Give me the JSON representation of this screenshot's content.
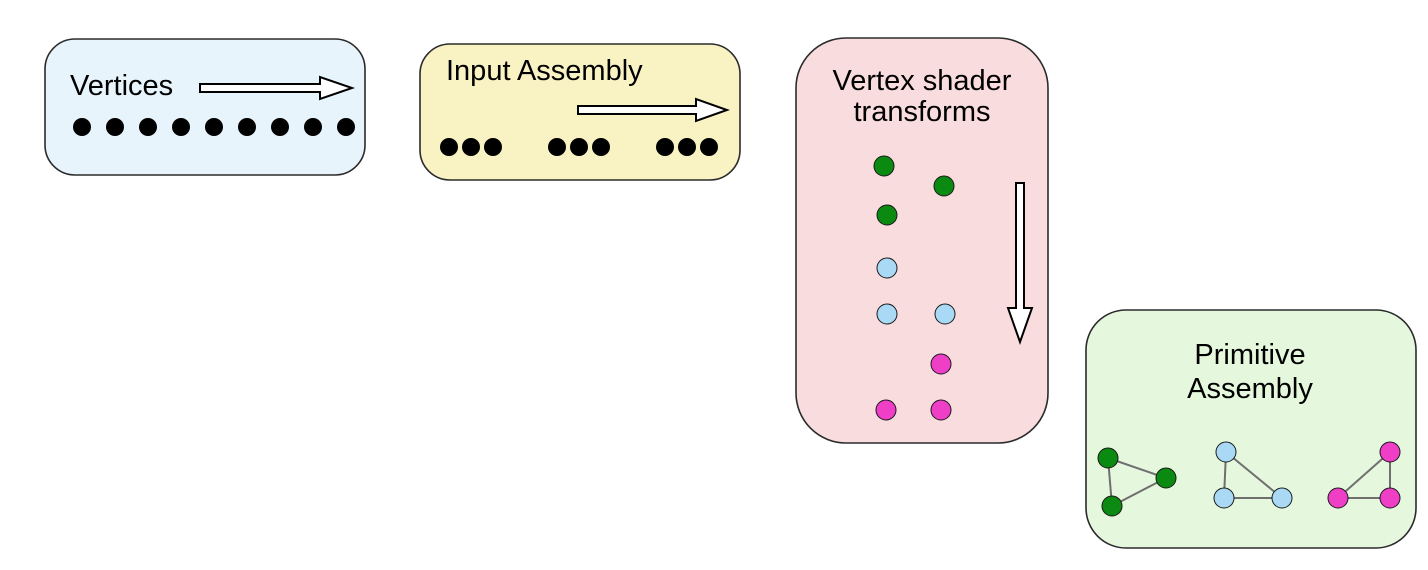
{
  "stages": {
    "vertices": {
      "label": "Vertices",
      "fill": "#e8f4fc"
    },
    "input_assembly": {
      "label": "Input Assembly",
      "fill": "#f9f3c4"
    },
    "vertex_shader": {
      "label_line1": "Vertex shader",
      "label_line2": "transforms",
      "fill": "#f9dcde"
    },
    "primitive_assembly": {
      "label_line1": "Primitive",
      "label_line2": "Assembly",
      "fill": "#e5f8de"
    }
  },
  "colors": {
    "stroke": "#2b2b2b",
    "vertex_black": "#000000",
    "green": "#0b8a12",
    "light_blue": "#a9d9f5",
    "magenta": "#ef3fc6",
    "edge_gray": "#6f6f6f"
  }
}
